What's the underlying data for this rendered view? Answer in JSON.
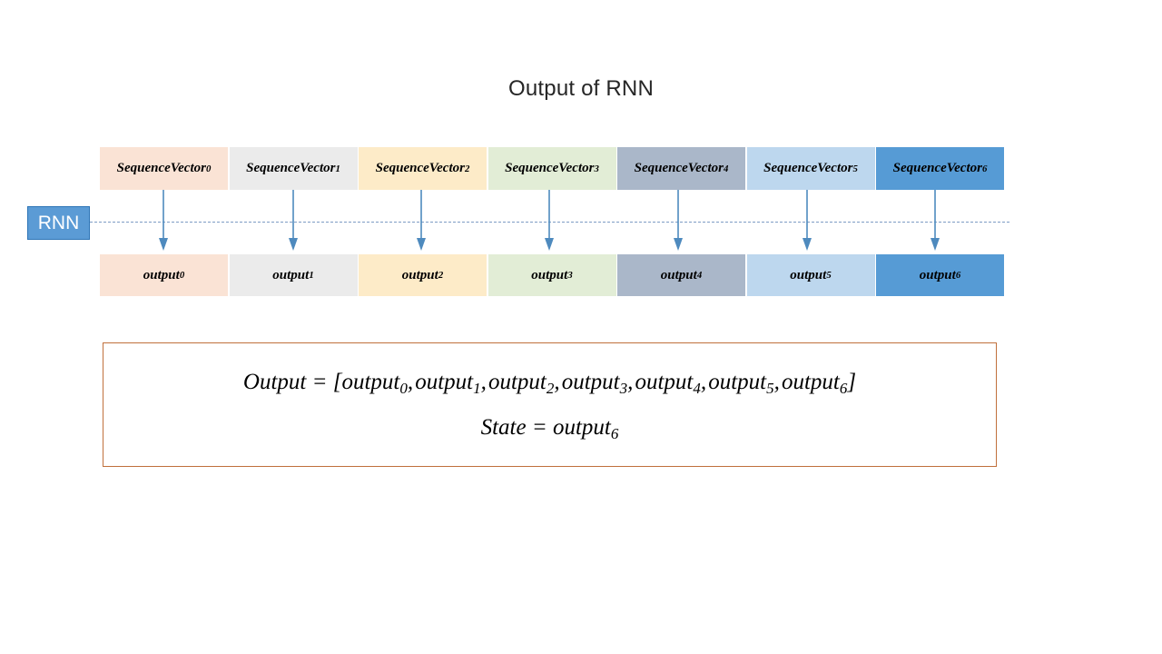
{
  "slide": {
    "title": "Output of RNN",
    "background": "#FFFFFF"
  },
  "rnn_label": {
    "text": "RNN",
    "fill": "#5B9BD5",
    "border": "#2E75B6",
    "text_color": "#FFFFFF"
  },
  "timeline": {
    "style": "dashed",
    "color": "#7E9CC4"
  },
  "arrow": {
    "color": "#4E8ABE",
    "count": 7
  },
  "sequence_row": {
    "label_base": "SequenceVector",
    "cells": [
      {
        "label": "SequenceVector",
        "index": "0",
        "fill": "#FAE3D5"
      },
      {
        "label": "SequenceVector",
        "index": "1",
        "fill": "#EBEBEB"
      },
      {
        "label": "SequenceVector",
        "index": "2",
        "fill": "#FDEBC8"
      },
      {
        "label": "SequenceVector",
        "index": "3",
        "fill": "#E2EDD6"
      },
      {
        "label": "SequenceVector",
        "index": "4",
        "fill": "#AAB7C9"
      },
      {
        "label": "SequenceVector",
        "index": "5",
        "fill": "#BDD7EE"
      },
      {
        "label": "SequenceVector",
        "index": "6",
        "fill": "#569BD5"
      }
    ]
  },
  "output_row": {
    "label_base": "output",
    "cells": [
      {
        "label": "output",
        "index": "0",
        "fill": "#FAE3D5"
      },
      {
        "label": "output",
        "index": "1",
        "fill": "#EBEBEB"
      },
      {
        "label": "output",
        "index": "2",
        "fill": "#FDEBC8"
      },
      {
        "label": "output",
        "index": "3",
        "fill": "#E2EDD6"
      },
      {
        "label": "output",
        "index": "4",
        "fill": "#AAB7C9"
      },
      {
        "label": "output",
        "index": "5",
        "fill": "#BDD7EE"
      },
      {
        "label": "output",
        "index": "6",
        "fill": "#569BD5"
      }
    ]
  },
  "formula_panel": {
    "border_color": "#C0703C",
    "lines": [
      {
        "lhs": "Output",
        "eq": "=",
        "rhs_open": "[",
        "terms": [
          {
            "base": "output",
            "sub": "0"
          },
          {
            "base": "output",
            "sub": "1"
          },
          {
            "base": "output",
            "sub": "2"
          },
          {
            "base": "output",
            "sub": "3"
          },
          {
            "base": "output",
            "sub": "4"
          },
          {
            "base": "output",
            "sub": "5"
          },
          {
            "base": "output",
            "sub": "6"
          }
        ],
        "rhs_close": "]",
        "text": "Output = [output0, output1, output2, output3, output4, output5, output6]"
      },
      {
        "lhs": "State",
        "eq": "=",
        "terms": [
          {
            "base": "output",
            "sub": "6"
          }
        ],
        "text": "State = output6"
      }
    ]
  }
}
